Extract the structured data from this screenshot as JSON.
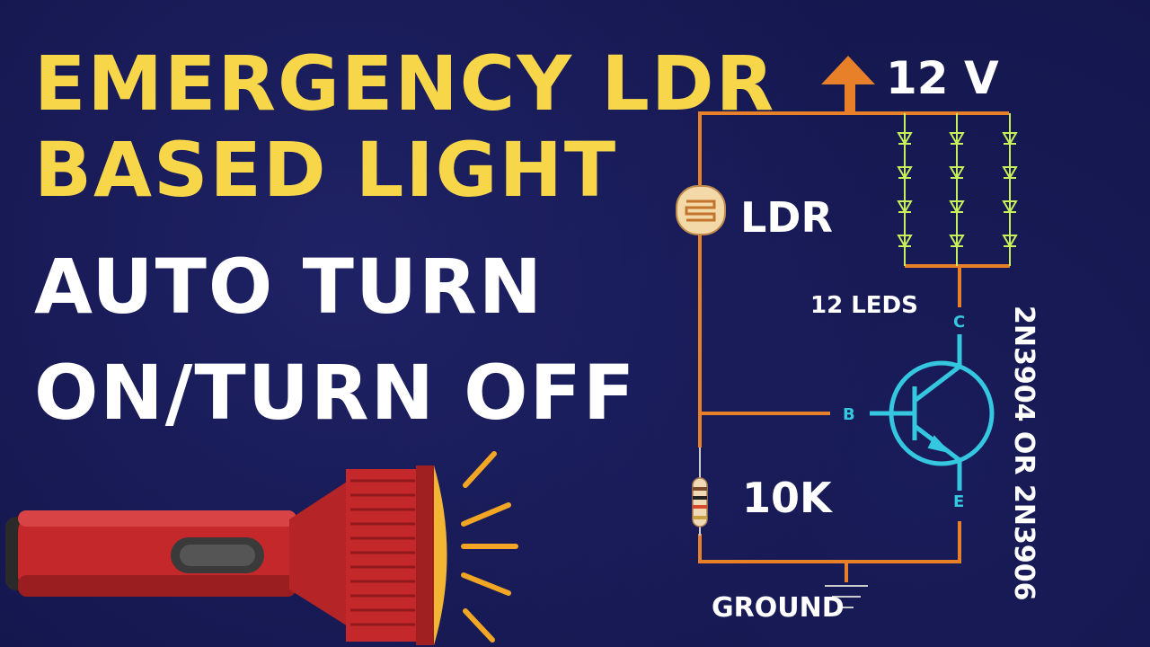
{
  "title": {
    "line1": "EMERGENCY LDR",
    "line2": "BASED LIGHT",
    "line3": "AUTO TURN",
    "line4": "ON/TURN OFF"
  },
  "circuit": {
    "supply_label": "12 V",
    "ldr_label": "LDR",
    "leds_label": "12 LEDS",
    "resistor_label": "10K",
    "ground_label": "GROUND",
    "transistor_label": "2N3904 OR 2N3906",
    "pin_c": "C",
    "pin_b": "B",
    "pin_e": "E"
  },
  "colors": {
    "background": "#14164d",
    "title_yellow": "#f7d64a",
    "wire": "#e8802a",
    "transistor": "#35c7e0",
    "led": "#c7f05a",
    "flashlight": "#c4282a"
  }
}
